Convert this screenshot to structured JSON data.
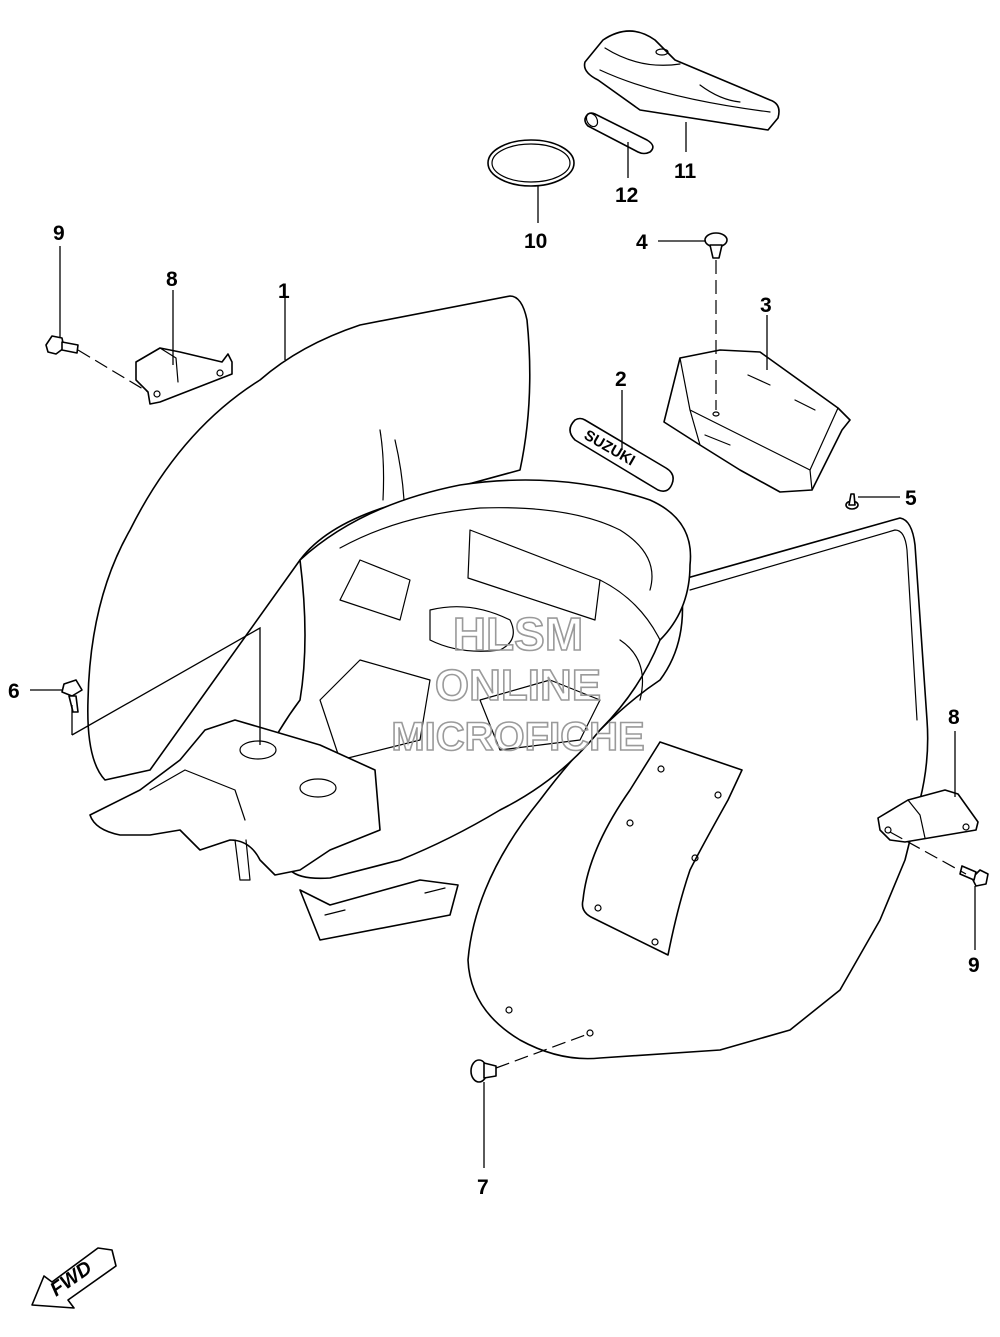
{
  "callouts": {
    "c1": "1",
    "c2": "2",
    "c3": "3",
    "c4": "4",
    "c5": "5",
    "c6": "6",
    "c7": "7",
    "c8_left": "8",
    "c8_right": "8",
    "c9_left": "9",
    "c9_right": "9",
    "c10": "10",
    "c11": "11",
    "c12": "12"
  },
  "decal_text": "SUZUKI",
  "direction_label": "FWD",
  "watermark": {
    "line1": "HLSM",
    "line2": "ONLINE",
    "line3": "MICROFICHE"
  }
}
